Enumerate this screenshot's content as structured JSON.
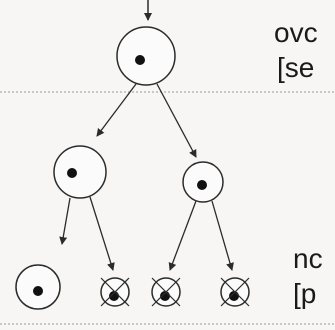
{
  "labels": {
    "upper_line": "ovc",
    "upper_bracket": "[se",
    "lower_line": "nc",
    "lower_bracket": "[p"
  },
  "nodes": [
    {
      "id": "parent",
      "generation": 1,
      "state": "cell"
    },
    {
      "id": "daughter-left",
      "generation": 2,
      "state": "cell"
    },
    {
      "id": "daughter-right",
      "generation": 2,
      "state": "cell"
    },
    {
      "id": "gd-1",
      "generation": 3,
      "state": "cell"
    },
    {
      "id": "gd-2",
      "generation": 3,
      "state": "crossed-out"
    },
    {
      "id": "gd-3",
      "generation": 3,
      "state": "crossed-out"
    },
    {
      "id": "gd-4",
      "generation": 3,
      "state": "crossed-out"
    }
  ],
  "edges": [
    {
      "from": "input",
      "to": "parent"
    },
    {
      "from": "parent",
      "to": "daughter-left"
    },
    {
      "from": "parent",
      "to": "daughter-right"
    },
    {
      "from": "daughter-left",
      "to": "gd-1"
    },
    {
      "from": "daughter-left",
      "to": "gd-2"
    },
    {
      "from": "daughter-right",
      "to": "gd-3"
    },
    {
      "from": "daughter-right",
      "to": "gd-4"
    }
  ]
}
